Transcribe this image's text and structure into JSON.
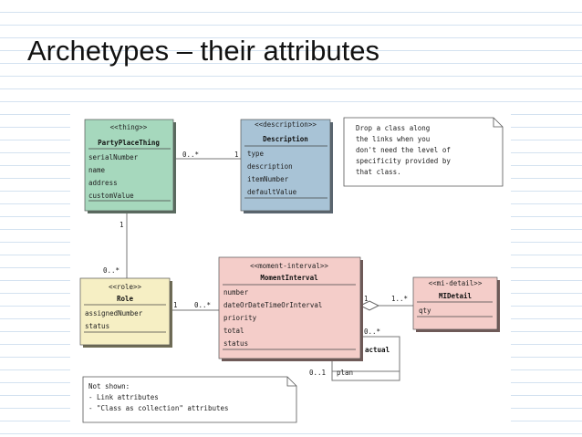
{
  "slide": {
    "title": "Archetypes – their attributes"
  },
  "classes": {
    "party": {
      "stereotype": "<<thing>>",
      "name": "PartyPlaceThing",
      "attributes": [
        "serialNumber",
        "name",
        "address",
        "customValue"
      ]
    },
    "description": {
      "stereotype": "<<description>>",
      "name": "Description",
      "attributes": [
        "type",
        "description",
        "itemNumber",
        "defaultValue"
      ]
    },
    "role": {
      "stereotype": "<<role>>",
      "name": "Role",
      "attributes": [
        "assignedNumber",
        "status"
      ]
    },
    "moment": {
      "stereotype": "<<moment-interval>>",
      "name": "MomentInterval",
      "attributes": [
        "number",
        "dateOrDateTimeOrInterval",
        "priority",
        "total",
        "status"
      ]
    },
    "detail": {
      "stereotype": "<<mi-detail>>",
      "name": "MIDetail",
      "attributes": [
        "qty"
      ]
    }
  },
  "multiplicities": {
    "party_desc_left": "0..*",
    "party_desc_right": "1",
    "party_role_top": "1",
    "party_role_bottom": "0..*",
    "role_moment_left": "1",
    "role_moment_right": "0..*",
    "moment_detail_left": "1",
    "moment_detail_right": "1..*",
    "self_top": "0..*",
    "self_bottom": "0..1"
  },
  "roles": {
    "actual": "actual",
    "plan": "plan"
  },
  "notes": {
    "top": [
      "Drop a class along",
      "the links when you",
      "don't need the level of",
      "specificity provided by",
      "that class."
    ],
    "bottom": [
      "Not shown:",
      "- Link attributes",
      "- \"Class as collection\" attributes"
    ]
  },
  "colors": {
    "green": "#a6d8bd",
    "blue": "#a8c3d6",
    "yellow": "#f6efc4",
    "pink": "#f4cdc9"
  }
}
